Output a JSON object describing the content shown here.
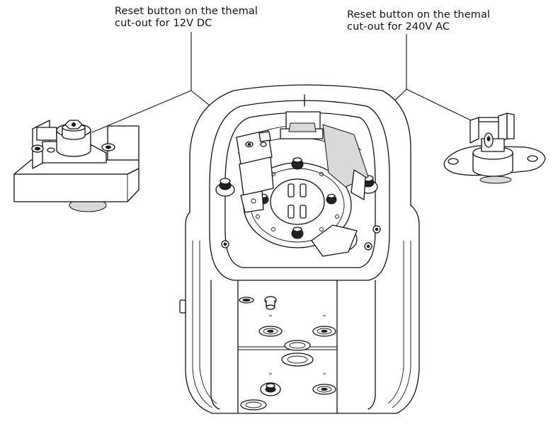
{
  "callouts": {
    "dc": {
      "line1": "Reset button on the themal",
      "line2": "cut-out for 12V DC"
    },
    "ac": {
      "line1": "Reset button on the themal",
      "line2": "cut-out for 240V AC"
    }
  }
}
